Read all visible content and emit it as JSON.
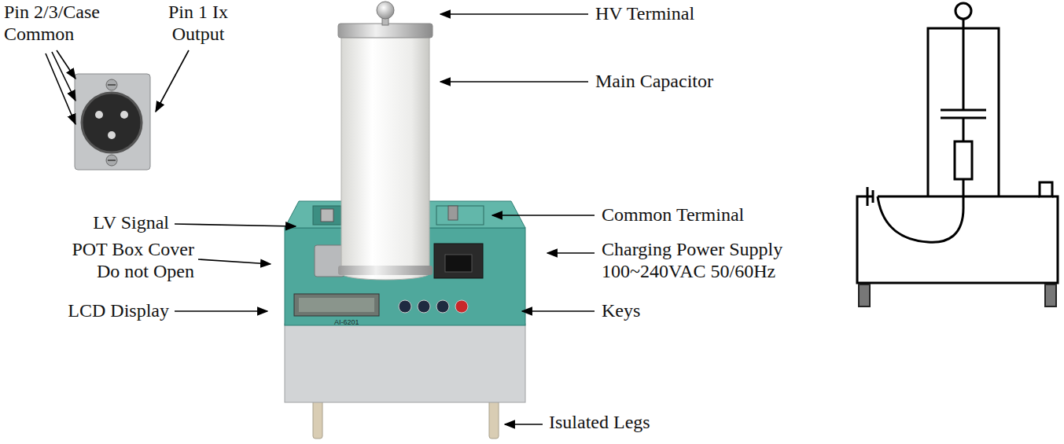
{
  "diagram": {
    "labels": [
      "Pin 2/3/Case Common",
      "Pin 1 Ix Output",
      "HV Terminal",
      "Main Capacitor",
      "LV Signal",
      "Common Terminal",
      "POT Box Cover Do not Open",
      "Charging Power Supply 100~240VAC 50/60Hz",
      "LCD Display",
      "Keys",
      "Isulated Legs",
      "AI-6201"
    ]
  }
}
